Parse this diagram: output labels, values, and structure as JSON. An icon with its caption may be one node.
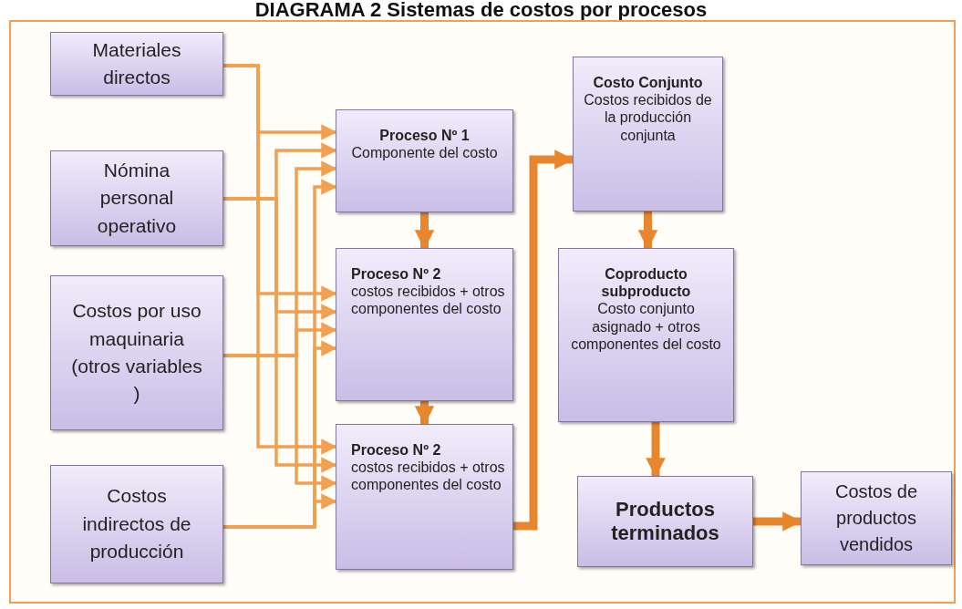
{
  "diagram": {
    "title": "DIAGRAMA 2 Sistemas de costos por procesos",
    "nodes": [
      {
        "text": [
          "Materiales directos"
        ]
      },
      {
        "text": [
          "Nómina personal operativo"
        ]
      },
      {
        "text": [
          "Costos por uso maquinaria (otros variables )"
        ]
      },
      {
        "text": [
          "Costos indirectos de producción"
        ]
      },
      {
        "text": [
          "Proceso Nº 1",
          "Componente del costo"
        ]
      },
      {
        "text": [
          "Proceso Nº 2",
          "costos recibidos + otros componentes del costo"
        ]
      },
      {
        "text": [
          "Proceso Nº 2",
          "costos recibidos + otros componentes del costo"
        ]
      },
      {
        "text": [
          "Costo Conjunto",
          "Costos recibidos de la producción conjunta"
        ]
      },
      {
        "text": [
          "Coproducto subproducto",
          "Costo conjunto asignado + otros componentes del costo"
        ]
      },
      {
        "text": [
          "Productos terminados"
        ]
      },
      {
        "text": [
          "Costos de productos vendidos"
        ]
      }
    ],
    "edges": [
      {
        "from": 0,
        "to": 4,
        "arrow": "to"
      },
      {
        "from": 0,
        "to": 5,
        "arrow": "to"
      },
      {
        "from": 0,
        "to": 6,
        "arrow": "to"
      },
      {
        "from": 1,
        "to": 4,
        "arrow": "to"
      },
      {
        "from": 1,
        "to": 5,
        "arrow": "to"
      },
      {
        "from": 1,
        "to": 6,
        "arrow": "to"
      },
      {
        "from": 2,
        "to": 4,
        "arrow": "to"
      },
      {
        "from": 2,
        "to": 5,
        "arrow": "to"
      },
      {
        "from": 2,
        "to": 6,
        "arrow": "to"
      },
      {
        "from": 3,
        "to": 4,
        "arrow": "to"
      },
      {
        "from": 3,
        "to": 5,
        "arrow": "to"
      },
      {
        "from": 3,
        "to": 6,
        "arrow": "to"
      },
      {
        "from": 4,
        "to": 5,
        "arrow": "to",
        "style": "thick"
      },
      {
        "from": 5,
        "to": 6,
        "arrow": "to",
        "style": "thick"
      },
      {
        "from": 6,
        "to": 7,
        "arrow": "to",
        "style": "thick"
      },
      {
        "from": 7,
        "to": 8,
        "arrow": "to",
        "style": "thick"
      },
      {
        "from": 8,
        "to": 9,
        "arrow": "to",
        "style": "thick"
      },
      {
        "from": 9,
        "to": 10,
        "arrow": "to",
        "style": "thick"
      }
    ]
  }
}
